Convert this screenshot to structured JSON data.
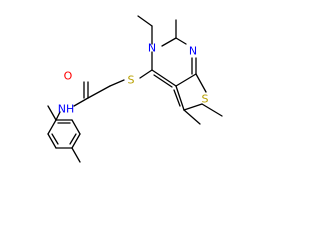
{
  "molecule": {
    "atoms": {
      "oxygen": {
        "label": "O",
        "color": "#ff0000"
      },
      "amide_nitrogen": {
        "label": "NH",
        "color": "#0000ff"
      },
      "sulfur_thioether": {
        "label": "S",
        "color": "#b8a000"
      },
      "ring_nitrogen_ethyl": {
        "label": "N",
        "color": "#0000ff"
      },
      "ring_nitrogen_imine": {
        "label": "N",
        "color": "#0000ff"
      },
      "sulfur_thiophene": {
        "label": "S",
        "color": "#b8a000"
      }
    },
    "bond_color": "#000000",
    "background": "#ffffff"
  }
}
